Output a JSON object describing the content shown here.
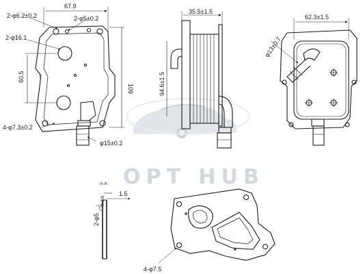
{
  "watermark": {
    "text": "OPT HUB"
  },
  "front_view": {
    "width_label": "67.9",
    "hole_small": "2-φ6.2±0.2",
    "hole_mid": "2-φ5±0.2",
    "port_pair": "2-φ16.1",
    "port_spacing": "60.5",
    "height_label": "109",
    "mount_holes": "4-φ7.3±0.2",
    "nozzle_dia": "φ15±0.2"
  },
  "side_view": {
    "thickness_label": "35.5±1.5",
    "offset_label": "94.6±1.5"
  },
  "rear_view": {
    "width_label": "62.3±1.5",
    "nozzle_dia": "φ13±0.7"
  },
  "section": {
    "title": "A-A",
    "thickness": "1.5",
    "seal_label": "2-φ5",
    "seal_tol": "+0.2/0"
  },
  "gasket": {
    "holes_label": "4-φ7.5"
  },
  "colors": {
    "line": "#1a1a1a",
    "watermark": "#d4d8de",
    "car": "#c9ced6"
  }
}
